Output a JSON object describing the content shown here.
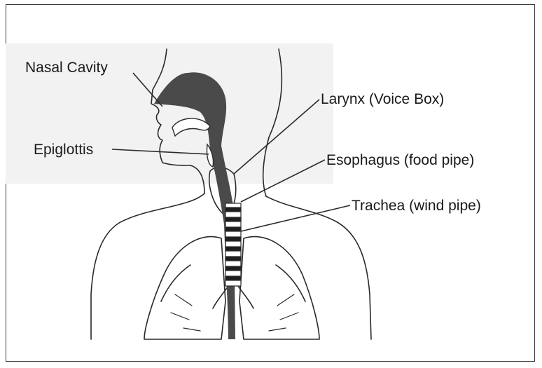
{
  "labels": {
    "nasal_cavity": "Nasal Cavity",
    "epiglottis": "Epiglottis",
    "larynx": "Larynx (Voice Box)",
    "esophagus": "Esophagus (food pipe)",
    "trachea": "Trachea (wind pipe)"
  },
  "colors": {
    "airway_fill": "#4a4a4a",
    "outline": "#2a2a2a",
    "background_tint": "#f2f2f2"
  }
}
